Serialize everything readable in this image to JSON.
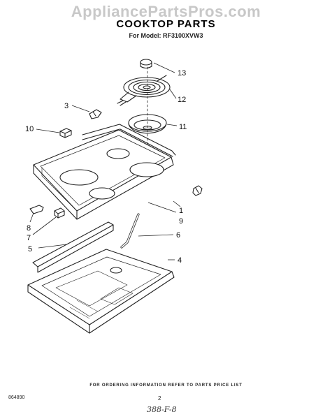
{
  "watermark": "AppliancePartsPros.com",
  "title": "COOKTOP PARTS",
  "model_line": "For Model: RF3100XVW3",
  "callouts": [
    "13",
    "12",
    "3",
    "11",
    "10",
    "1",
    "9",
    "8",
    "7",
    "6",
    "5",
    "4"
  ],
  "footer": {
    "ordering_note": "FOR ORDERING INFORMATION REFER TO PARTS PRICE LIST",
    "code": "864890",
    "page": "2",
    "handwritten": "388-F-8"
  }
}
